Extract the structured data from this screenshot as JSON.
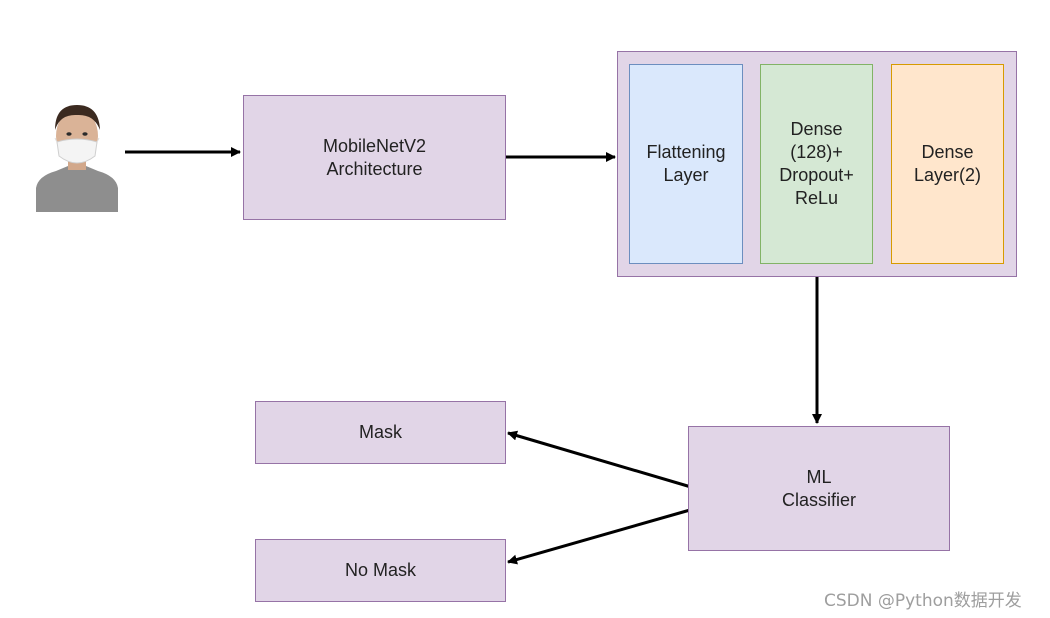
{
  "nodes": {
    "mobilenet": "MobileNetV2\nArchitecture",
    "flattening": "Flattening\nLayer",
    "dense_dropout": "Dense\n(128)+\nDropout+\nReLu",
    "dense_output": "Dense\nLayer(2)",
    "classifier": "ML\nClassifier",
    "mask": "Mask",
    "no_mask": "No Mask"
  },
  "watermark": "CSDN @Python数据开发",
  "colors": {
    "purple_fill": "#e1d5e7",
    "purple_stroke": "#9673a6",
    "blue_fill": "#dae8fc",
    "green_fill": "#d5e8d4",
    "orange_fill": "#ffe6cc"
  }
}
